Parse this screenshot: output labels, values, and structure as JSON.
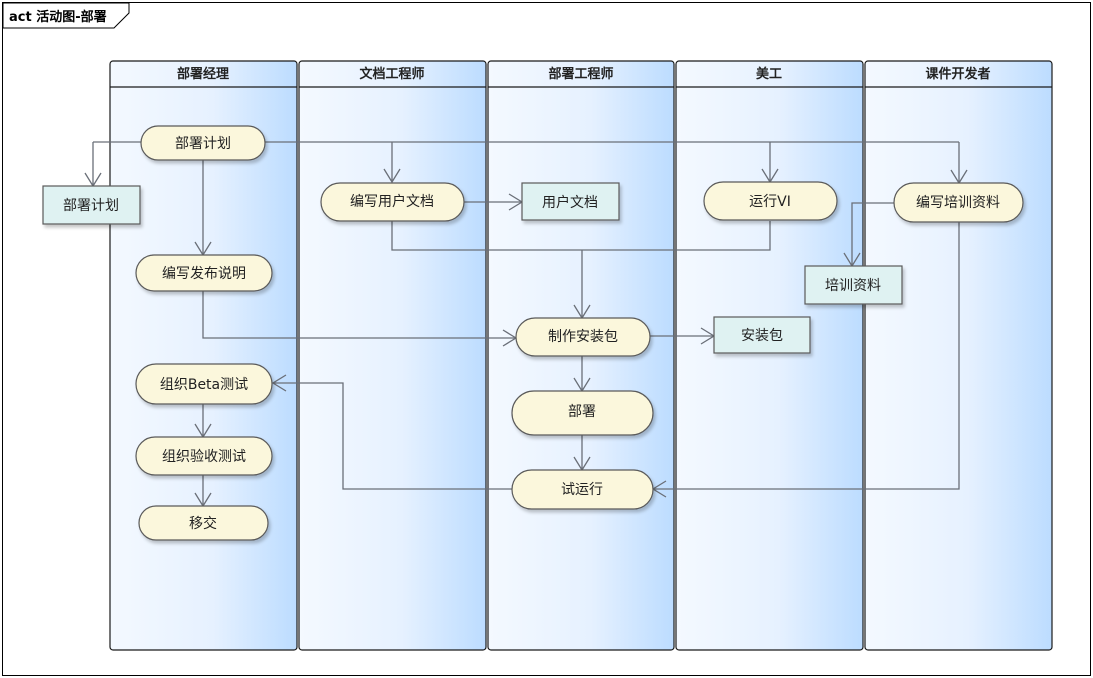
{
  "diagram": {
    "title": "act 活动图-部署",
    "lanes": [
      {
        "id": "manager",
        "label": "部署经理"
      },
      {
        "id": "docEng",
        "label": "文档工程师"
      },
      {
        "id": "deployEng",
        "label": "部署工程师"
      },
      {
        "id": "artist",
        "label": "美工"
      },
      {
        "id": "courseDev",
        "label": "课件开发者"
      }
    ],
    "activities": [
      {
        "id": "plan",
        "label": "部署计划"
      },
      {
        "id": "writeRelease",
        "label": "编写发布说明"
      },
      {
        "id": "beta",
        "label": "组织Beta测试"
      },
      {
        "id": "acceptance",
        "label": "组织验收测试"
      },
      {
        "id": "handover",
        "label": "移交"
      },
      {
        "id": "writeUserDoc",
        "label": "编写用户文档"
      },
      {
        "id": "buildPkg",
        "label": "制作安装包"
      },
      {
        "id": "deploy",
        "label": "部署"
      },
      {
        "id": "trial",
        "label": "试运行"
      },
      {
        "id": "runVI",
        "label": "运行VI"
      },
      {
        "id": "writeTraining",
        "label": "编写培训资料"
      }
    ],
    "objects": [
      {
        "id": "planDoc",
        "label": "部署计划"
      },
      {
        "id": "userDoc",
        "label": "用户文档"
      },
      {
        "id": "installPkg",
        "label": "安装包"
      },
      {
        "id": "trainingMat",
        "label": "培训资料"
      }
    ],
    "flows": [
      {
        "from": "plan",
        "to": "planDoc"
      },
      {
        "from": "plan",
        "to": "writeUserDoc"
      },
      {
        "from": "plan",
        "to": "runVI"
      },
      {
        "from": "plan",
        "to": "writeTraining"
      },
      {
        "from": "plan",
        "to": "writeRelease"
      },
      {
        "from": "writeUserDoc",
        "to": "userDoc"
      },
      {
        "from": "writeUserDoc",
        "to": "buildPkg"
      },
      {
        "from": "runVI",
        "to": "buildPkg"
      },
      {
        "from": "writeRelease",
        "to": "buildPkg"
      },
      {
        "from": "writeTraining",
        "to": "trainingMat"
      },
      {
        "from": "writeTraining",
        "to": "trial"
      },
      {
        "from": "buildPkg",
        "to": "installPkg"
      },
      {
        "from": "buildPkg",
        "to": "deploy"
      },
      {
        "from": "deploy",
        "to": "trial"
      },
      {
        "from": "trial",
        "to": "beta"
      },
      {
        "from": "beta",
        "to": "acceptance"
      },
      {
        "from": "acceptance",
        "to": "handover"
      }
    ],
    "colors": {
      "activity_fill": "#fbf7dc",
      "object_fill": "#dff2f2",
      "lane_gradient_light": "#f4f9ff",
      "lane_gradient_dark": "#bcdcff",
      "line": "#6a6f78"
    }
  }
}
